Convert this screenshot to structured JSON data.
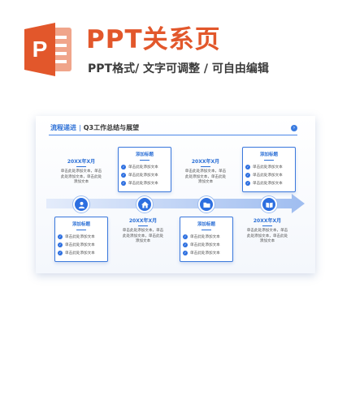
{
  "header": {
    "logo_letter": "P",
    "title": "PPT关系页",
    "subtitle": "PPT格式/ 文字可调整 / 可自由编辑"
  },
  "slide": {
    "heading_main": "流程递进",
    "heading_sep": "|",
    "heading_sub": "Q3工作总结与展望",
    "nav_icon": "chevron-right-icon",
    "colors": {
      "accent": "#2d6fe0",
      "arrow": "#b9cef3",
      "title": "#e2572b"
    },
    "stages": [
      {
        "icon": "user-icon",
        "date": "20XX年X月",
        "text": [
          "单击此处添加文本，单击",
          "此处添加文本，单击此处",
          "添加文本"
        ],
        "card_title": "添加标题",
        "card_items": [
          "单击此处添加文本",
          "单击此处添加文本",
          "单击此处添加文本"
        ]
      },
      {
        "icon": "home-icon",
        "date": "20XX年X月",
        "text": [
          "单击此处添加文本，单击",
          "此处添加文本，单击此处",
          "添加文本"
        ],
        "card_title": "添加标题",
        "card_items": [
          "单击此处添加文本",
          "单击此处添加文本",
          "单击此处添加文本"
        ]
      },
      {
        "icon": "folder-icon",
        "date": "20XX年X月",
        "text": [
          "单击此处添加文本，单击",
          "此处添加文本，单击此处",
          "添加文本"
        ],
        "card_title": "添加标题",
        "card_items": [
          "单击此处添加文本",
          "单击此处添加文本",
          "单击此处添加文本"
        ]
      },
      {
        "icon": "book-icon",
        "date": "20XX年X月",
        "text": [
          "单击此处添加文本，单击",
          "此处添加文本，单击此处",
          "添加文本"
        ],
        "card_title": "添加标题",
        "card_items": [
          "单击此处添加文本",
          "单击此处添加文本",
          "单击此处添加文本"
        ]
      }
    ]
  }
}
